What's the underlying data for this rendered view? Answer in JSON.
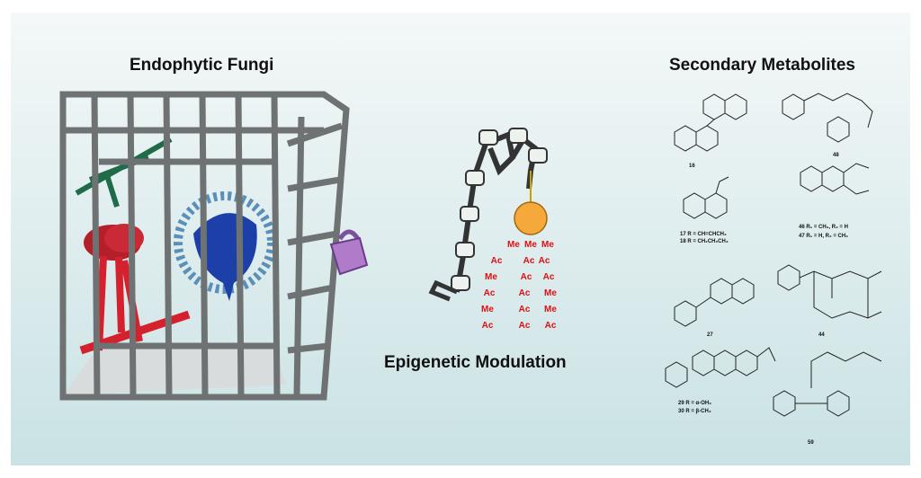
{
  "titles": {
    "left": "Endophytic Fungi",
    "center": "Epigenetic Modulation",
    "right": "Secondary Metabolites"
  },
  "histone_marks": {
    "row1": [
      "Me",
      "Me",
      "Me"
    ],
    "chains": [
      [
        "Ac",
        "Me",
        "Ac",
        "Me",
        "Ac"
      ],
      [
        "Ac",
        "Ac",
        "Ac",
        "Ac",
        "Ac"
      ],
      [
        "Ac",
        "Ac",
        "Me",
        "Me",
        "Ac"
      ]
    ]
  },
  "compounds": {
    "c16": "16",
    "c48": "48",
    "c46": "46 R₁ = CH₃, R₂ = H",
    "c47": "47 R₁ = H,    R₂ = CH₃",
    "c17": "17 R = CH=CHCH₃",
    "c18": "18 R = CH₂CH₂CH₃",
    "c27": "27",
    "c44": "44",
    "c29": "29 R = α-OH₂",
    "c30": "30 R = β-CH₃",
    "c59": "59"
  }
}
